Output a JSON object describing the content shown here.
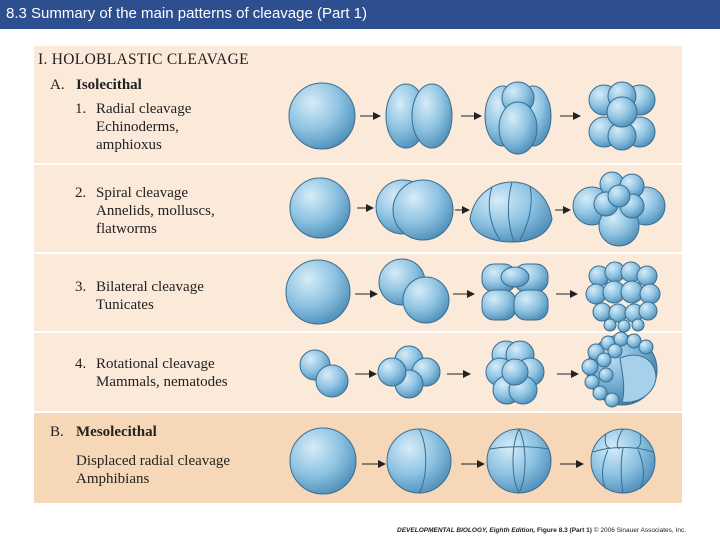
{
  "header": {
    "title": "8.3  Summary of the main patterns of cleavage (Part 1)"
  },
  "section": {
    "heading": "I.  HOLOBLASTIC CLEAVAGE"
  },
  "groupA": {
    "letter": "A.",
    "title": "Isolecithal"
  },
  "rows": [
    {
      "number": "1.",
      "name": "Radial cleavage",
      "examples": [
        "Echinoderms,",
        "amphioxus"
      ]
    },
    {
      "number": "2.",
      "name": "Spiral cleavage",
      "examples": [
        "Annelids, molluscs,",
        "flatworms"
      ]
    },
    {
      "number": "3.",
      "name": "Bilateral cleavage",
      "examples": [
        "Tunicates"
      ]
    },
    {
      "number": "4.",
      "name": "Rotational cleavage",
      "examples": [
        "Mammals, nematodes"
      ]
    }
  ],
  "groupB": {
    "letter": "B.",
    "title": "Mesolecithal",
    "name": "Displaced radial cleavage",
    "examples": [
      "Amphibians"
    ]
  },
  "footer": {
    "book": "DEVELOPMENTAL BIOLOGY, Eighth Edition,",
    "figure": "Figure 8.3 (Part 1)",
    "copyright": "© 2006 Sinauer Associates, Inc."
  },
  "colors": {
    "header": "#2e4f8f",
    "panel": "#fbe9d9",
    "panel_meso": "#f6d8b8",
    "cell": "#7fb6d8",
    "cell_stroke": "#3a6d8f"
  }
}
